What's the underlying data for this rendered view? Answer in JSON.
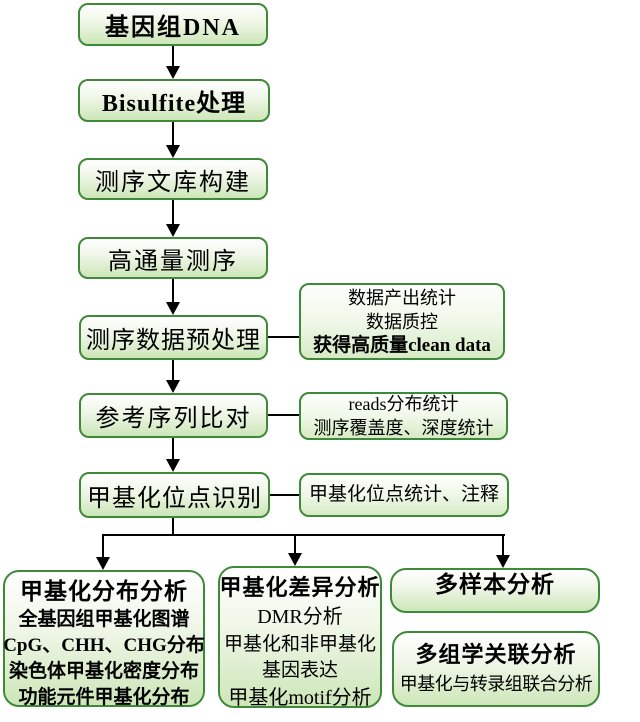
{
  "diagram_title": "Whole-genome bisulfite sequencing analysis pipeline flowchart",
  "colors": {
    "box_border": "#3f8a38",
    "box_fill_top": "#ffffff",
    "box_fill_bottom": "#cde6b8",
    "arrow": "#000000",
    "text": "#000000",
    "background": "#ffffff"
  },
  "flow": [
    {
      "label": "基因组DNA"
    },
    {
      "label": "Bisulfite处理"
    },
    {
      "label": "测序文库构建"
    },
    {
      "label": "高通量测序"
    },
    {
      "label": "测序数据预处理"
    },
    {
      "label": "参考序列比对"
    },
    {
      "label": "甲基化位点识别"
    }
  ],
  "side_notes": [
    {
      "lines": [
        "数据产出统计",
        "数据质控",
        "获得高质量clean data"
      ]
    },
    {
      "lines": [
        "reads分布统计",
        "测序覆盖度、深度统计"
      ]
    },
    {
      "lines": [
        "甲基化位点统计、注释"
      ]
    }
  ],
  "branches": {
    "distribution": {
      "title": "甲基化分布分析",
      "lines": [
        "全基因组甲基化图谱",
        "CpG、CHH、CHG分布",
        "染色体甲基化密度分布",
        "功能元件甲基化分布"
      ]
    },
    "differential": {
      "title": "甲基化差异分析",
      "lines": [
        "DMR分析",
        "甲基化和非甲基化",
        "基因表达",
        "甲基化motif分析"
      ]
    },
    "multisample": {
      "title": "多样本分析"
    },
    "multiomics": {
      "title": "多组学关联分析",
      "lines": [
        "甲基化与转录组联合分析"
      ]
    }
  }
}
